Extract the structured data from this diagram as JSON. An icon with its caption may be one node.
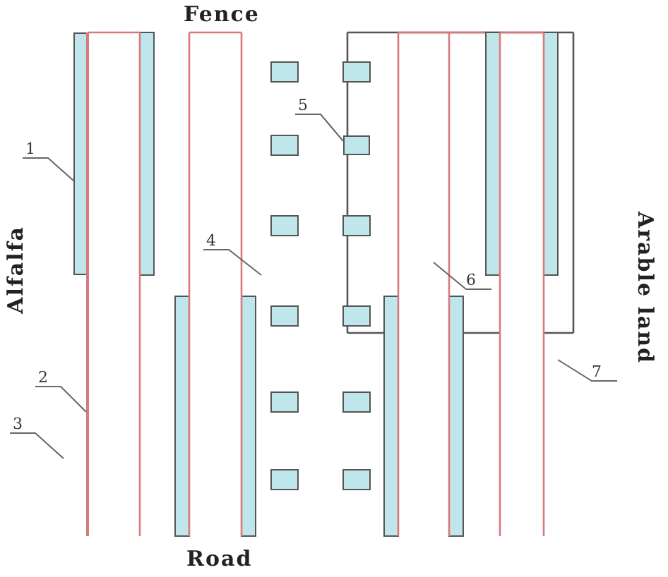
{
  "diagram": {
    "nodes": [
      {
        "text": [
          "1"
        ]
      },
      {
        "text": [],
        "shape": "bar"
      },
      {
        "text": [
          "2"
        ]
      },
      {
        "text": [],
        "shape": "line"
      },
      {
        "text": [
          "3"
        ]
      },
      {
        "text": [
          "4"
        ]
      },
      {
        "text": [
          "5"
        ]
      },
      {
        "text": [],
        "shape": "box"
      },
      {
        "text": [
          "6"
        ]
      },
      {
        "text": [
          "7"
        ]
      }
    ],
    "edges": [
      {
        "from": 0,
        "to": 1,
        "arrow": "none"
      },
      {
        "from": 2,
        "to": 3,
        "arrow": "none"
      },
      {
        "from": 4,
        "to": null,
        "arrow": "none"
      },
      {
        "from": 5,
        "to": null,
        "arrow": "none"
      },
      {
        "from": 6,
        "to": 7,
        "arrow": "none"
      },
      {
        "from": 8,
        "to": null,
        "arrow": "none"
      },
      {
        "from": 9,
        "to": null,
        "arrow": "none"
      }
    ],
    "labels": [
      "Fence",
      "Alfalfa",
      "Arable land",
      "Road"
    ]
  }
}
